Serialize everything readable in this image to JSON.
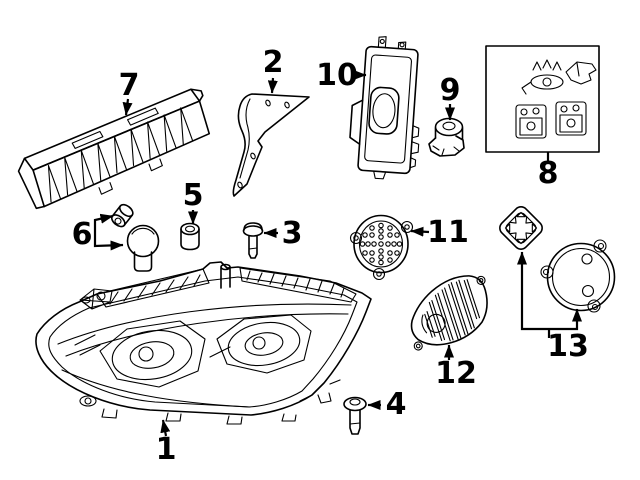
{
  "diagram": {
    "subject": "Headlamp components exploded parts diagram",
    "background_color": "#ffffff",
    "line_color": "#000000",
    "callouts": [
      {
        "number": "1",
        "part": "headlamp-assembly"
      },
      {
        "number": "2",
        "part": "side-trim-panel"
      },
      {
        "number": "3",
        "part": "mounting-screw"
      },
      {
        "number": "4",
        "part": "mounting-screw"
      },
      {
        "number": "5",
        "part": "grommet-sleeve"
      },
      {
        "number": "6",
        "part": "bulb-with-socket-cap"
      },
      {
        "number": "7",
        "part": "headlamp-support-bracket"
      },
      {
        "number": "8",
        "part": "repair-bracket-kit"
      },
      {
        "number": "9",
        "part": "bulb-socket"
      },
      {
        "number": "10",
        "part": "led-control-module"
      },
      {
        "number": "11",
        "part": "vent-cover"
      },
      {
        "number": "12",
        "part": "led-module-heatsink"
      },
      {
        "number": "13",
        "part": "access-covers"
      }
    ]
  }
}
